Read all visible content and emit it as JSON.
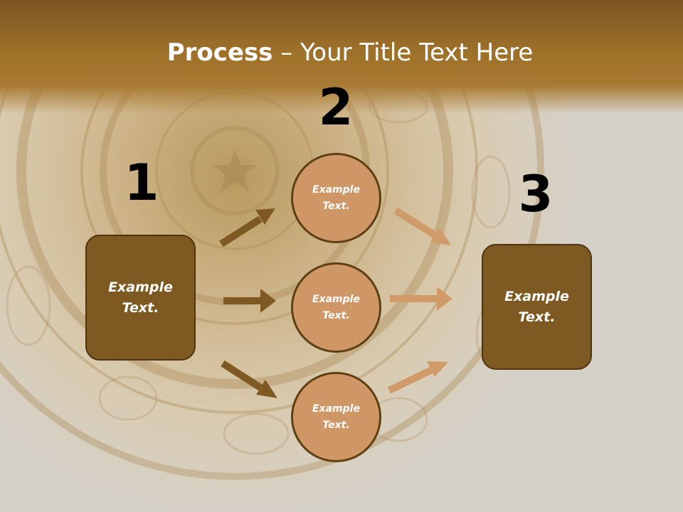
{
  "title": {
    "bold": "Process",
    "rest": " – Your Title Text Here"
  },
  "steps": {
    "one": {
      "number": "1",
      "text": "Example\nText."
    },
    "two": {
      "number": "2"
    },
    "three": {
      "number": "3",
      "text": "Example\nText."
    }
  },
  "circles": [
    {
      "text": "Example\nText."
    },
    {
      "text": "Example\nText."
    },
    {
      "text": "Example\nText."
    }
  ],
  "colors": {
    "box_fill": "#7e5a22",
    "circle_fill": "#cf9766",
    "arrow_dark": "#7e5a22",
    "arrow_light": "#d09a69",
    "header": "#9e7129"
  }
}
